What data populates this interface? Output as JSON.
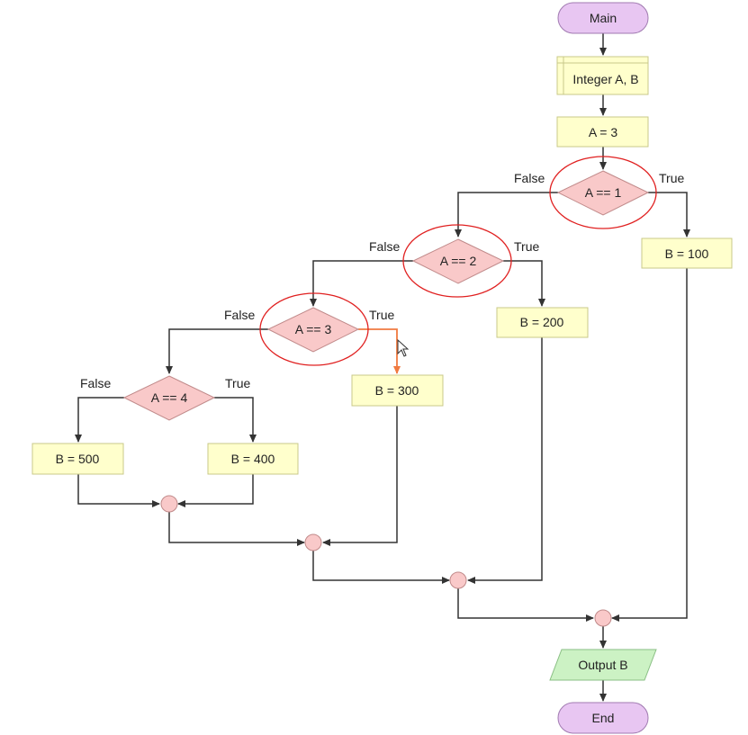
{
  "flowchart": {
    "start_label": "Main",
    "declare_label": "Integer A, B",
    "assign_a_label": "A = 3",
    "decisions": [
      {
        "label": "A == 1",
        "false_label": "False",
        "true_label": "True"
      },
      {
        "label": "A == 2",
        "false_label": "False",
        "true_label": "True"
      },
      {
        "label": "A == 3",
        "false_label": "False",
        "true_label": "True"
      },
      {
        "label": "A == 4",
        "false_label": "False",
        "true_label": "True"
      }
    ],
    "assign_b_100": "B = 100",
    "assign_b_200": "B = 200",
    "assign_b_300": "B = 300",
    "assign_b_400": "B = 400",
    "assign_b_500": "B = 500",
    "output_label": "Output B",
    "end_label": "End"
  },
  "colors": {
    "terminal_fill": "#e8c6f2",
    "terminal_stroke": "#a07ab0",
    "process_fill": "#ffffcc",
    "process_stroke": "#c9c98a",
    "decision_fill": "#f9c9c9",
    "decision_stroke": "#c08a8a",
    "connector_fill": "#f9c9c9",
    "output_fill": "#ccf2c4",
    "output_stroke": "#8abf84",
    "edge": "#333333",
    "highlight_edge": "#f07a40",
    "highlight_ring": "#e02020"
  },
  "cursor_icon": "pointer-arrow-icon"
}
